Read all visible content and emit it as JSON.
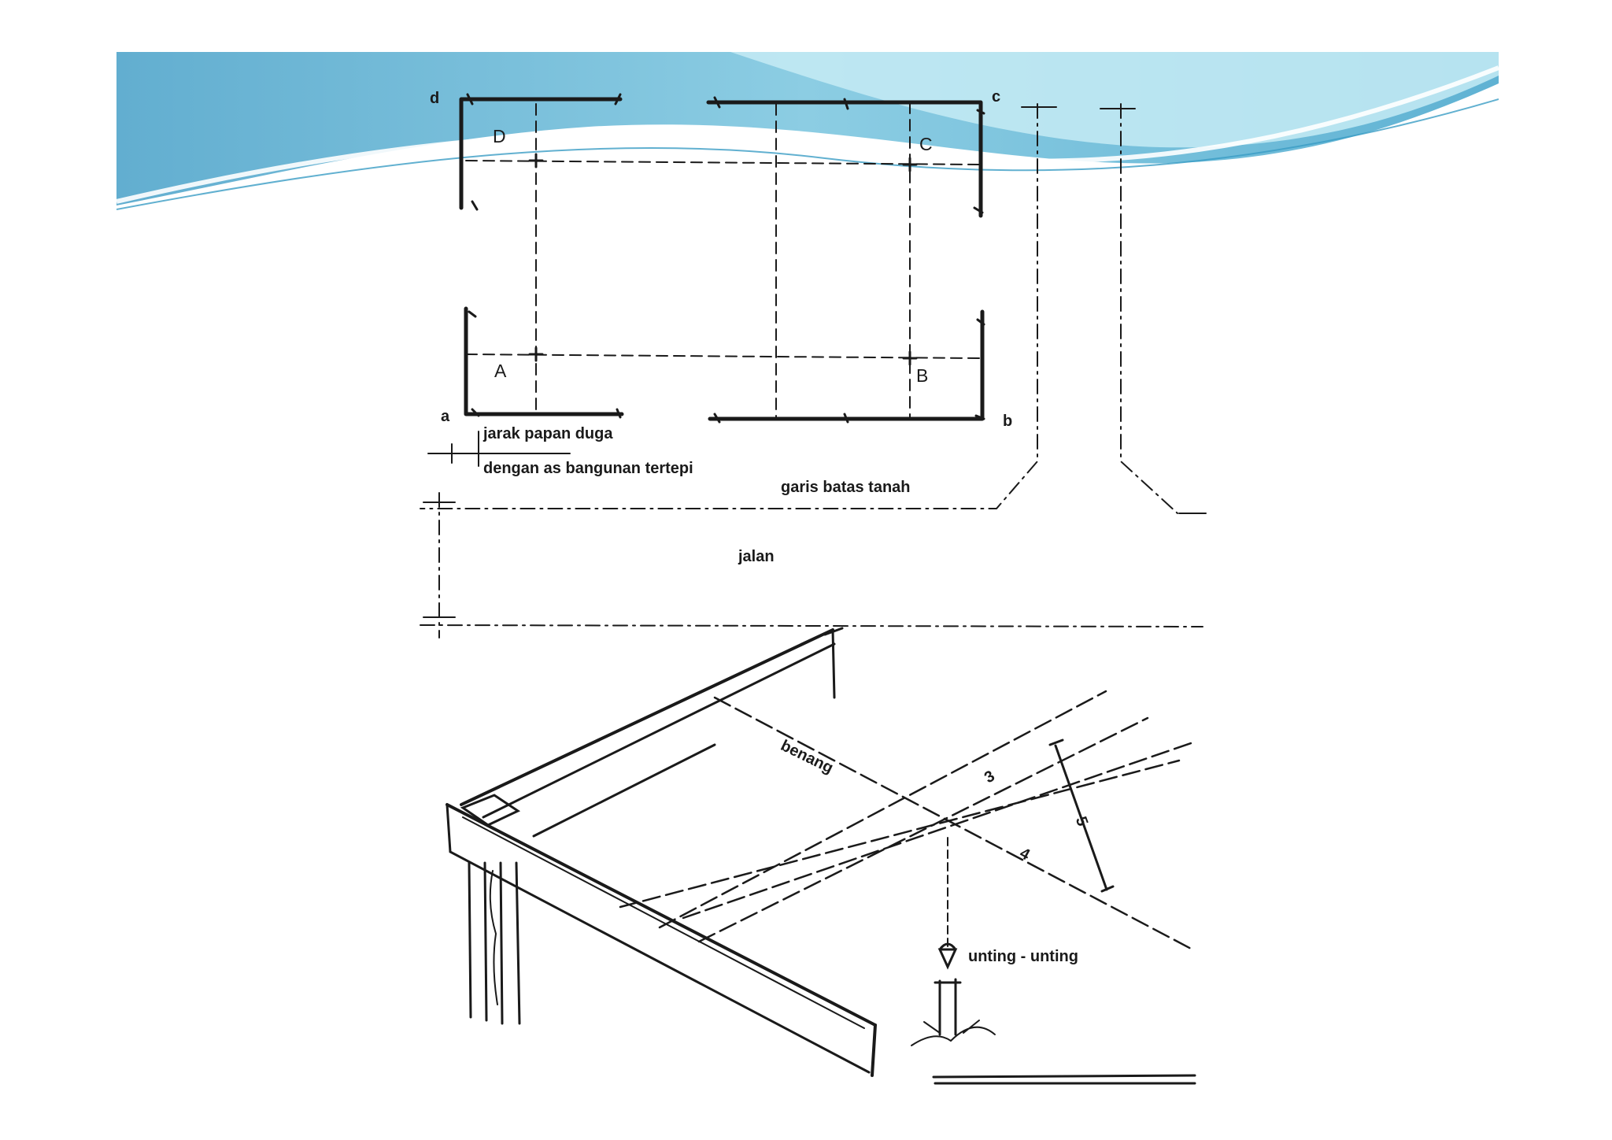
{
  "plan": {
    "corners": {
      "a": "a",
      "b": "b",
      "c": "c",
      "d": "d"
    },
    "zones": {
      "A": "A",
      "B": "B",
      "C": "C",
      "D": "D"
    },
    "jarak_line1": "jarak papan duga",
    "jarak_line2": "dengan  as  bangunan tertepi",
    "garis_batas": "garis batas tanah",
    "jalan": "jalan"
  },
  "iso": {
    "benang": "benang",
    "n3": "3",
    "n4": "4",
    "n5": "5",
    "unting": "unting - unting"
  },
  "colors": {
    "banner_dark": "#6fb7d4",
    "banner_light": "#bfe6f2",
    "ink": "#1a1a1a"
  }
}
